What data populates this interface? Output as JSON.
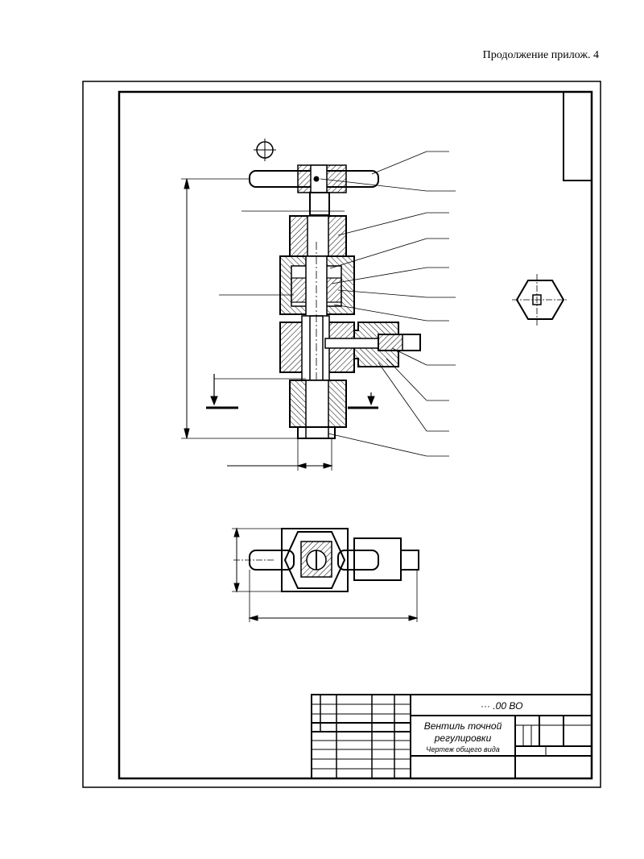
{
  "header": {
    "text": "Продолжение прилож. 4"
  },
  "title_block": {
    "doc_code": "··· .00 ВО",
    "title_line1": "Вентиль точной",
    "title_line2": "регулировки",
    "doc_type": "Чертеж общего вида"
  }
}
